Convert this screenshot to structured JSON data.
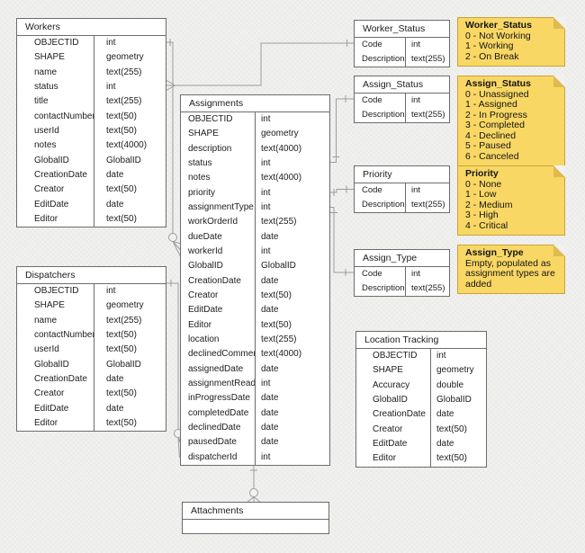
{
  "diagram": {
    "tables": {
      "workers": {
        "title": "Workers",
        "rows": [
          [
            "OBJECTID",
            "int"
          ],
          [
            "SHAPE",
            "geometry"
          ],
          [
            "name",
            "text(255)"
          ],
          [
            "status",
            "int"
          ],
          [
            "title",
            "text(255)"
          ],
          [
            "contactNumber",
            "text(50)"
          ],
          [
            "userId",
            "text(50)"
          ],
          [
            "notes",
            "text(4000)"
          ],
          [
            "GlobalID",
            "GlobalID"
          ],
          [
            "CreationDate",
            "date"
          ],
          [
            "Creator",
            "text(50)"
          ],
          [
            "EditDate",
            "date"
          ],
          [
            "Editor",
            "text(50)"
          ]
        ]
      },
      "dispatchers": {
        "title": "Dispatchers",
        "rows": [
          [
            "OBJECTID",
            "int"
          ],
          [
            "SHAPE",
            "geometry"
          ],
          [
            "name",
            "text(255)"
          ],
          [
            "contactNumber",
            "text(50)"
          ],
          [
            "userId",
            "text(50)"
          ],
          [
            "GlobalID",
            "GlobalID"
          ],
          [
            "CreationDate",
            "date"
          ],
          [
            "Creator",
            "text(50)"
          ],
          [
            "EditDate",
            "date"
          ],
          [
            "Editor",
            "text(50)"
          ]
        ]
      },
      "assignments": {
        "title": "Assignments",
        "rows": [
          [
            "OBJECTID",
            "int"
          ],
          [
            "SHAPE",
            "geometry"
          ],
          [
            "description",
            "text(4000)"
          ],
          [
            "status",
            "int"
          ],
          [
            "notes",
            "text(4000)"
          ],
          [
            "priority",
            "int"
          ],
          [
            "assignmentType",
            "int"
          ],
          [
            "workOrderId",
            "text(255)"
          ],
          [
            "dueDate",
            "date"
          ],
          [
            "workerId",
            "int"
          ],
          [
            "GlobalID",
            "GlobalID"
          ],
          [
            "CreationDate",
            "date"
          ],
          [
            "Creator",
            "text(50)"
          ],
          [
            "EditDate",
            "date"
          ],
          [
            "Editor",
            "text(50)"
          ],
          [
            "location",
            "text(255)"
          ],
          [
            "declinedComment",
            "text(4000)"
          ],
          [
            "assignedDate",
            "date"
          ],
          [
            "assignmentRead",
            "int"
          ],
          [
            "inProgressDate",
            "date"
          ],
          [
            "completedDate",
            "date"
          ],
          [
            "declinedDate",
            "date"
          ],
          [
            "pausedDate",
            "date"
          ],
          [
            "dispatcherId",
            "int"
          ]
        ]
      },
      "worker_status": {
        "title": "Worker_Status",
        "rows": [
          [
            "Code",
            "int"
          ],
          [
            "Description",
            "text(255)"
          ]
        ]
      },
      "assign_status": {
        "title": "Assign_Status",
        "rows": [
          [
            "Code",
            "int"
          ],
          [
            "Description",
            "text(255)"
          ]
        ]
      },
      "priority": {
        "title": "Priority",
        "rows": [
          [
            "Code",
            "int"
          ],
          [
            "Description",
            "text(255)"
          ]
        ]
      },
      "assign_type": {
        "title": "Assign_Type",
        "rows": [
          [
            "Code",
            "int"
          ],
          [
            "Description",
            "text(255)"
          ]
        ]
      },
      "location_tracking": {
        "title": "Location Tracking",
        "rows": [
          [
            "OBJECTID",
            "int"
          ],
          [
            "SHAPE",
            "geometry"
          ],
          [
            "Accuracy",
            "double"
          ],
          [
            "GlobalID",
            "GlobalID"
          ],
          [
            "CreationDate",
            "date"
          ],
          [
            "Creator",
            "text(50)"
          ],
          [
            "EditDate",
            "date"
          ],
          [
            "Editor",
            "text(50)"
          ]
        ]
      },
      "attachments": {
        "title": "Attachments",
        "rows": []
      }
    },
    "notes": [
      {
        "title": "Worker_Status",
        "lines": [
          "0 - Not Working",
          "1 - Working",
          "2 - On Break"
        ]
      },
      {
        "title": "Assign_Status",
        "lines": [
          "0 - Unassigned",
          "1 - Assigned",
          "2 - In Progress",
          "3 - Completed",
          "4 - Declined",
          "5 - Paused",
          "6 - Canceled"
        ]
      },
      {
        "title": "Priority",
        "lines": [
          "0 - None",
          "1 - Low",
          "2 - Medium",
          "3 - High",
          "4 - Critical"
        ]
      },
      {
        "title": "Assign_Type",
        "lines": [
          "Empty, populated as assignment types are added"
        ]
      }
    ],
    "relationships": [
      {
        "from": "Workers.OBJECTID",
        "to": "Assignments.workerId",
        "from_end": "one",
        "to_end": "zero-or-many"
      },
      {
        "from": "Worker_Status.Code",
        "to": "Workers.status",
        "from_end": "one",
        "to_end": "many"
      },
      {
        "from": "Dispatchers.OBJECTID",
        "to": "Assignments.dispatcherId",
        "from_end": "one",
        "to_end": "zero-or-many"
      },
      {
        "from": "Assign_Status.Code",
        "to": "Assignments.status",
        "from_end": "one",
        "to_end": "one"
      },
      {
        "from": "Priority.Code",
        "to": "Assignments.priority",
        "from_end": "one",
        "to_end": "one"
      },
      {
        "from": "Assign_Type.Code",
        "to": "Assignments.assignmentType",
        "from_end": "one",
        "to_end": "one"
      },
      {
        "from": "Assignments",
        "to": "Attachments",
        "from_end": "one",
        "to_end": "zero-or-many"
      }
    ],
    "colors": {
      "note_fill": "#F8D765",
      "note_border": "#C9A23C",
      "note_fold": "#E0BA4E",
      "table_border": "#6C6C6C",
      "connector": "#9D9D9D",
      "background": "#F1F1EF"
    }
  }
}
